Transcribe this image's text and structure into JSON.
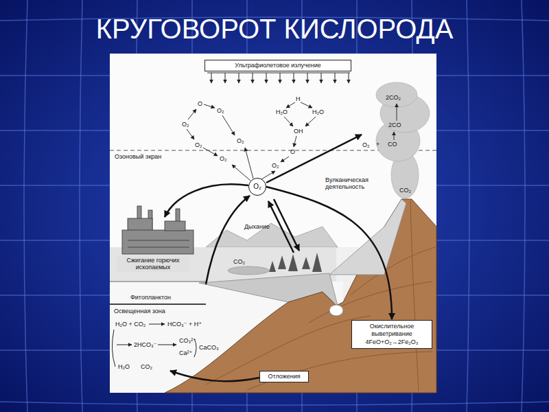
{
  "diagram": {
    "title": "КРУГОВОРОТ КИСЛОРОДА",
    "nodes": [
      {
        "text": [
          "Ультрафиолетовое излучение"
        ]
      },
      {
        "text": [
          "O₂"
        ]
      },
      {
        "text": [
          "Окислительное выветривание",
          "4FeO+O₂→2Fe₂O₃"
        ]
      },
      {
        "text": [
          "Отложения"
        ]
      }
    ],
    "edges": [
      {
        "from": 1,
        "to": 2,
        "arrow": "to"
      }
    ],
    "labels": [
      "O",
      "O₂",
      "O₂",
      "O₂",
      "O₂",
      "O₂",
      "H",
      "H₂O",
      "H₂O",
      "OH",
      "O",
      "O₂",
      "2CO₂",
      "O₂",
      "+",
      "2CO",
      "CO",
      "Озоновый экран",
      "Вулканическая деятельность",
      "CO₂",
      "Дыхание",
      "CO₂",
      "Сжигание горючих ископаемых",
      "Фитопланктон",
      "Освещенная зона",
      "H₂O + CO₂",
      "HCO₃⁻ + H⁺",
      "2HCO₃⁻",
      "CO₃²⁻",
      "CaCO₃",
      "Ca²⁺",
      "H₂O",
      "CO₂"
    ]
  }
}
